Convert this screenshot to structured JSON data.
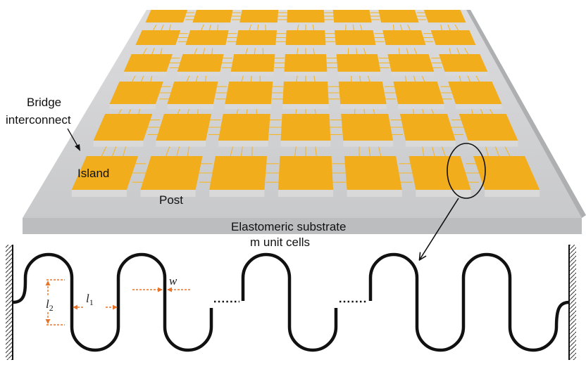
{
  "labels": {
    "bridge_line1": "Bridge",
    "bridge_line2": "interconnect",
    "island": "Island",
    "post": "Post",
    "substrate": "Elastomeric substrate",
    "unit_cells": "m unit cells",
    "dim_w": "w",
    "dim_l1": "l",
    "dim_l1_sub": "1",
    "dim_l2": "l",
    "dim_l2_sub": "2"
  },
  "grid": {
    "rows": 6,
    "cols": 7
  },
  "colors": {
    "island": "#f2ad1c",
    "island_side": "#d9d9d9",
    "substrate_top": "#cfd0d2",
    "substrate_front": "#bfc0c2",
    "trace": "#f5b624",
    "serpentine": "#111111",
    "dimension": "#e8742a"
  }
}
